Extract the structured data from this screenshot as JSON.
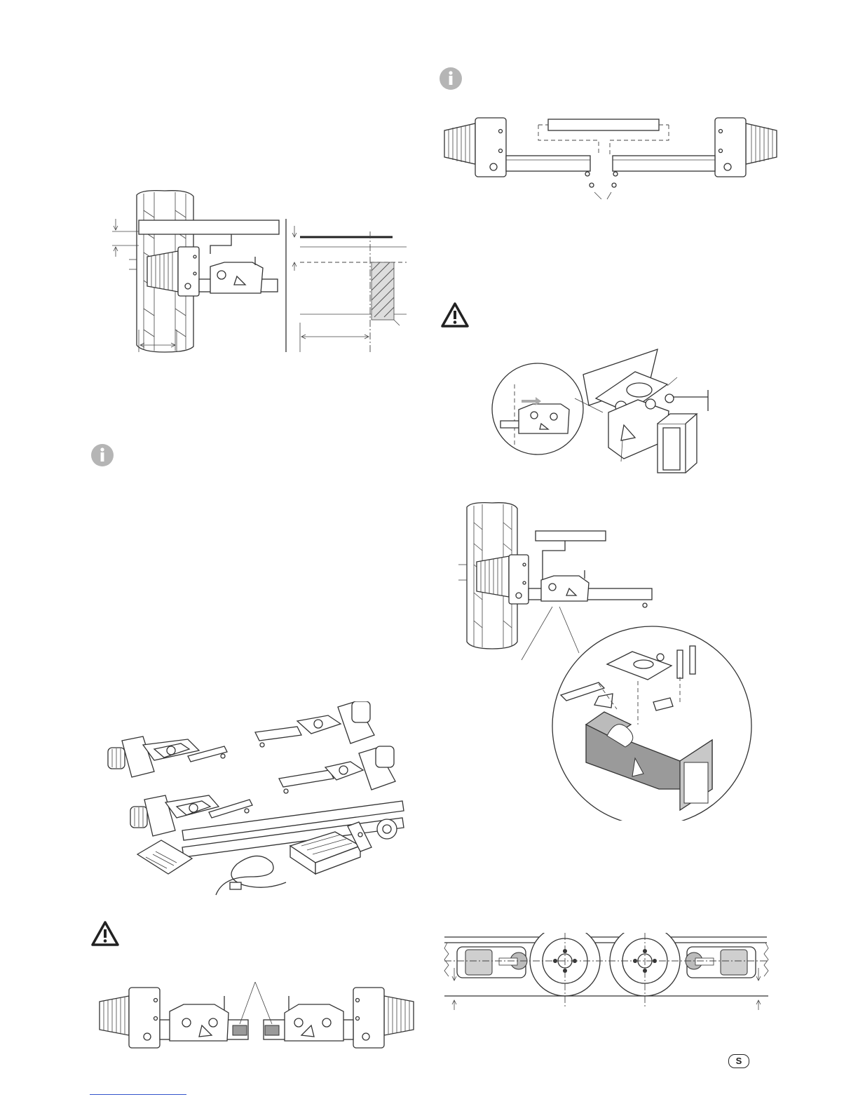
{
  "page": {
    "page_marker": "S",
    "icons": {
      "info": "info-icon",
      "warning": "warning-triangle-icon"
    },
    "figures": [
      {
        "id": "fig-tyre-clearance",
        "depicts": "wheel-roller-clearance-diagram"
      },
      {
        "id": "fig-top-axle-view",
        "depicts": "roller-units-crossbar-diagram"
      },
      {
        "id": "fig-clamp-detail",
        "depicts": "clamp-bracket-detail"
      },
      {
        "id": "fig-wheel-exploded",
        "depicts": "wheel-mount-exploded-diagram"
      },
      {
        "id": "fig-kit-contents",
        "depicts": "mover-kit-components"
      },
      {
        "id": "fig-bottom-axle",
        "depicts": "roller-units-joined-diagram"
      },
      {
        "id": "fig-twin-axle",
        "depicts": "twin-axle-side-view"
      }
    ]
  },
  "colors": {
    "ink": "#333333",
    "icon_grey": "#b5b5b5",
    "link_blue": "#3355cc",
    "steel_fill": "#9a9a9a"
  }
}
